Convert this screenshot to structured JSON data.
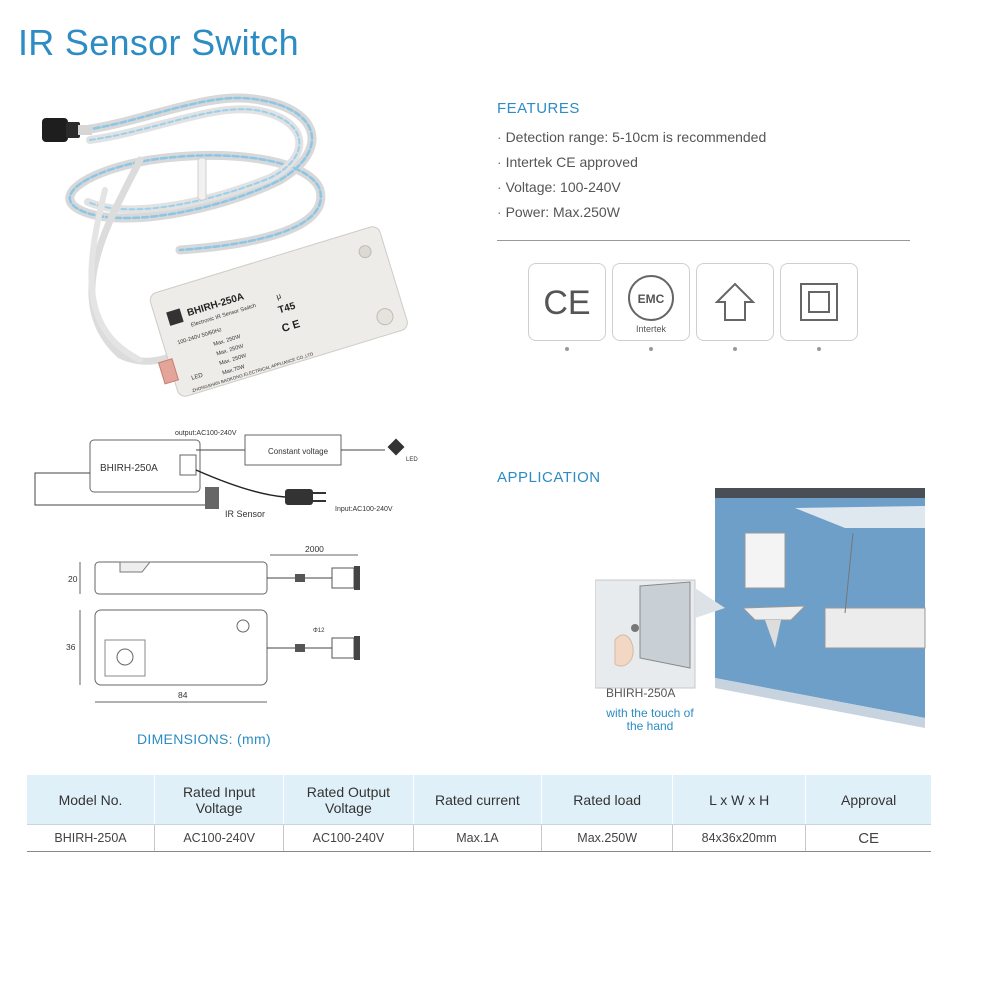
{
  "title": "IR Sensor Switch",
  "features": {
    "heading": "FEATURES",
    "items": [
      "Detection range: 5-10cm is recommended",
      "Intertek CE approved",
      "Voltage: 100-240V",
      "Power: Max.250W"
    ]
  },
  "certifications": {
    "ce_mark": "CE",
    "emc_label": "EMC",
    "emc_sub": "Intertek",
    "icons": [
      "ce-mark-icon",
      "emc-intertek-icon",
      "house-arrow-icon",
      "double-insulation-icon"
    ]
  },
  "product_label": {
    "model": "BHIRH-250A",
    "subtitle": "Electronic IR Sensor Switch",
    "voltage": "100-240V 50/60Hz",
    "rating_t": "T45",
    "rating_mu": "μ",
    "loads": [
      "Max. 250W",
      "Max. 250W",
      "Max. 250W",
      "Max.70W"
    ],
    "led": "LED",
    "maker": "ZHONGSHAN BAOKONG ELECTRICAL APPLIANCE CO.,LTD"
  },
  "wiring": {
    "output_label": "output:AC100-240V",
    "module_label": "BHIRH-250A",
    "driver_label": "Constant voltage",
    "led_label": "LED",
    "sensor_label": "IR Sensor",
    "input_label": "Input:AC100-240V"
  },
  "dimensions": {
    "label": "DIMENSIONS: (mm)",
    "cable_length": "2000",
    "height": "20",
    "width": "36",
    "length": "84",
    "sensor_diameter": "Φ12"
  },
  "application": {
    "heading": "APPLICATION",
    "model": "BHIRH-250A",
    "caption_line1": "with the touch of",
    "caption_line2": "the hand"
  },
  "spec_table": {
    "headers": [
      [
        "Model No."
      ],
      [
        "Rated Input",
        "Voltage"
      ],
      [
        "Rated Output",
        "Voltage"
      ],
      [
        "Rated current"
      ],
      [
        "Rated load"
      ],
      [
        "L x W x H"
      ],
      [
        "Approval"
      ]
    ],
    "row": [
      "BHIRH-250A",
      "AC100-240V",
      "AC100-240V",
      "Max.1A",
      "Max.250W",
      "84x36x20mm",
      "CE"
    ]
  },
  "colors": {
    "accent": "#2c8cc3",
    "table_header_bg": "#dff0f8",
    "wall_blue": "#6d9fc9"
  }
}
